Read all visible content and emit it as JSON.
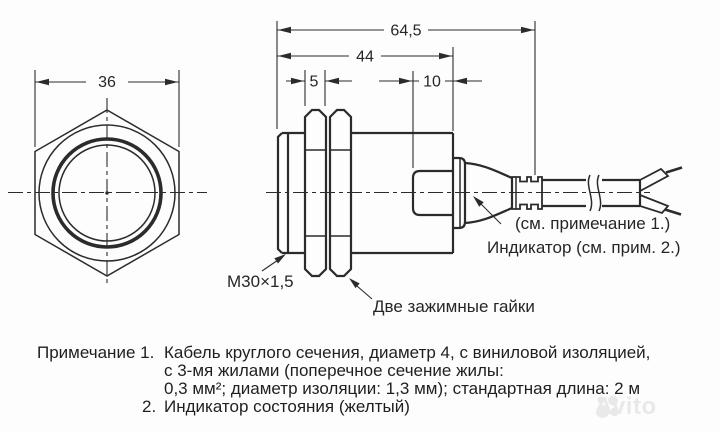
{
  "dimensions": {
    "across_flats": "36",
    "overall_length": "64,5",
    "body_length": "44",
    "nut_thickness": "5",
    "tip_length": "10"
  },
  "callouts": {
    "thread": "M30×1,5",
    "clamping_nuts": "Две зажимные гайки",
    "cable_ref": "(см. примечание 1.)",
    "indicator": "Индикатор (см. прим. 2.)"
  },
  "notes": {
    "label": "Примечание 1.",
    "note1_line1": "Кабель круглого сечения, диаметр 4, с виниловой изоляцией,",
    "note1_line2": "с 3-мя жилами (поперечное сечение жилы:",
    "note1_line3": "0,3 мм²; диаметр изоляции: 1,3 мм); стандартная длина: 2 м",
    "note2_number": "2.",
    "note2_text": "Индикатор состояния (желтый)"
  },
  "watermark": {
    "text": "Avito"
  },
  "colors": {
    "line": "#2b2b2b",
    "background": "#fdfdfd",
    "watermark": "#e9e9e9"
  }
}
